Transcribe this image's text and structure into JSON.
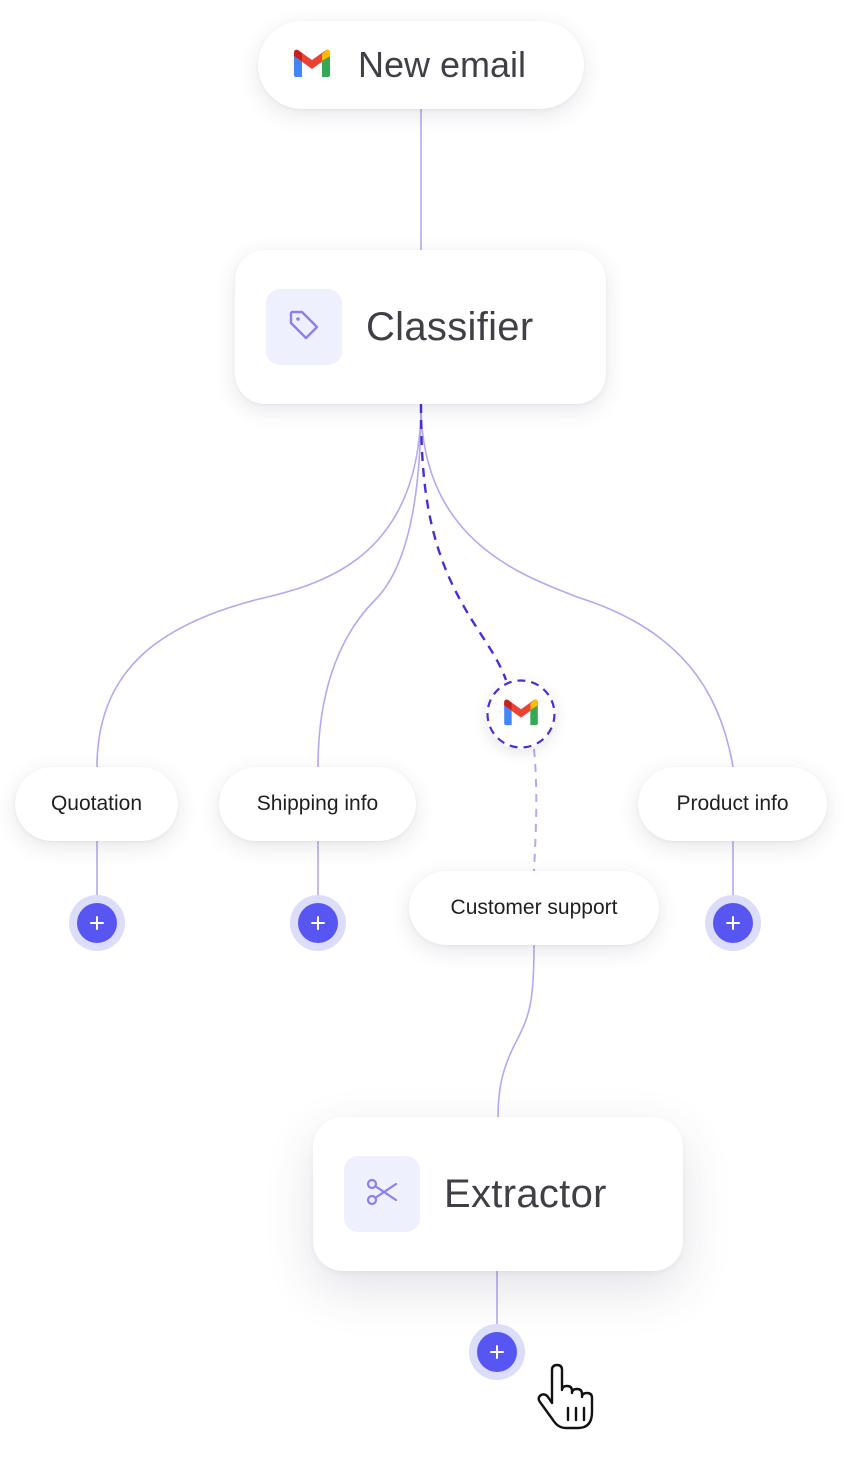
{
  "trigger": {
    "label": "New email",
    "icon": "gmail-icon"
  },
  "classifier": {
    "label": "Classifier",
    "icon": "tag-icon"
  },
  "branches": [
    {
      "label": "Quotation"
    },
    {
      "label": "Shipping info"
    },
    {
      "label": "Customer support",
      "active": true
    },
    {
      "label": "Product info"
    }
  ],
  "extractor": {
    "label": "Extractor",
    "icon": "scissors-icon"
  },
  "colors": {
    "accent": "#5856f2",
    "accent_soft": "#dcdcfb",
    "wire": "#b3a9f0",
    "active_wire": "#4a2fd0",
    "icon_tile": "#eef0fd",
    "icon_stroke": "#8b80f0",
    "text": "#3f3f46"
  }
}
